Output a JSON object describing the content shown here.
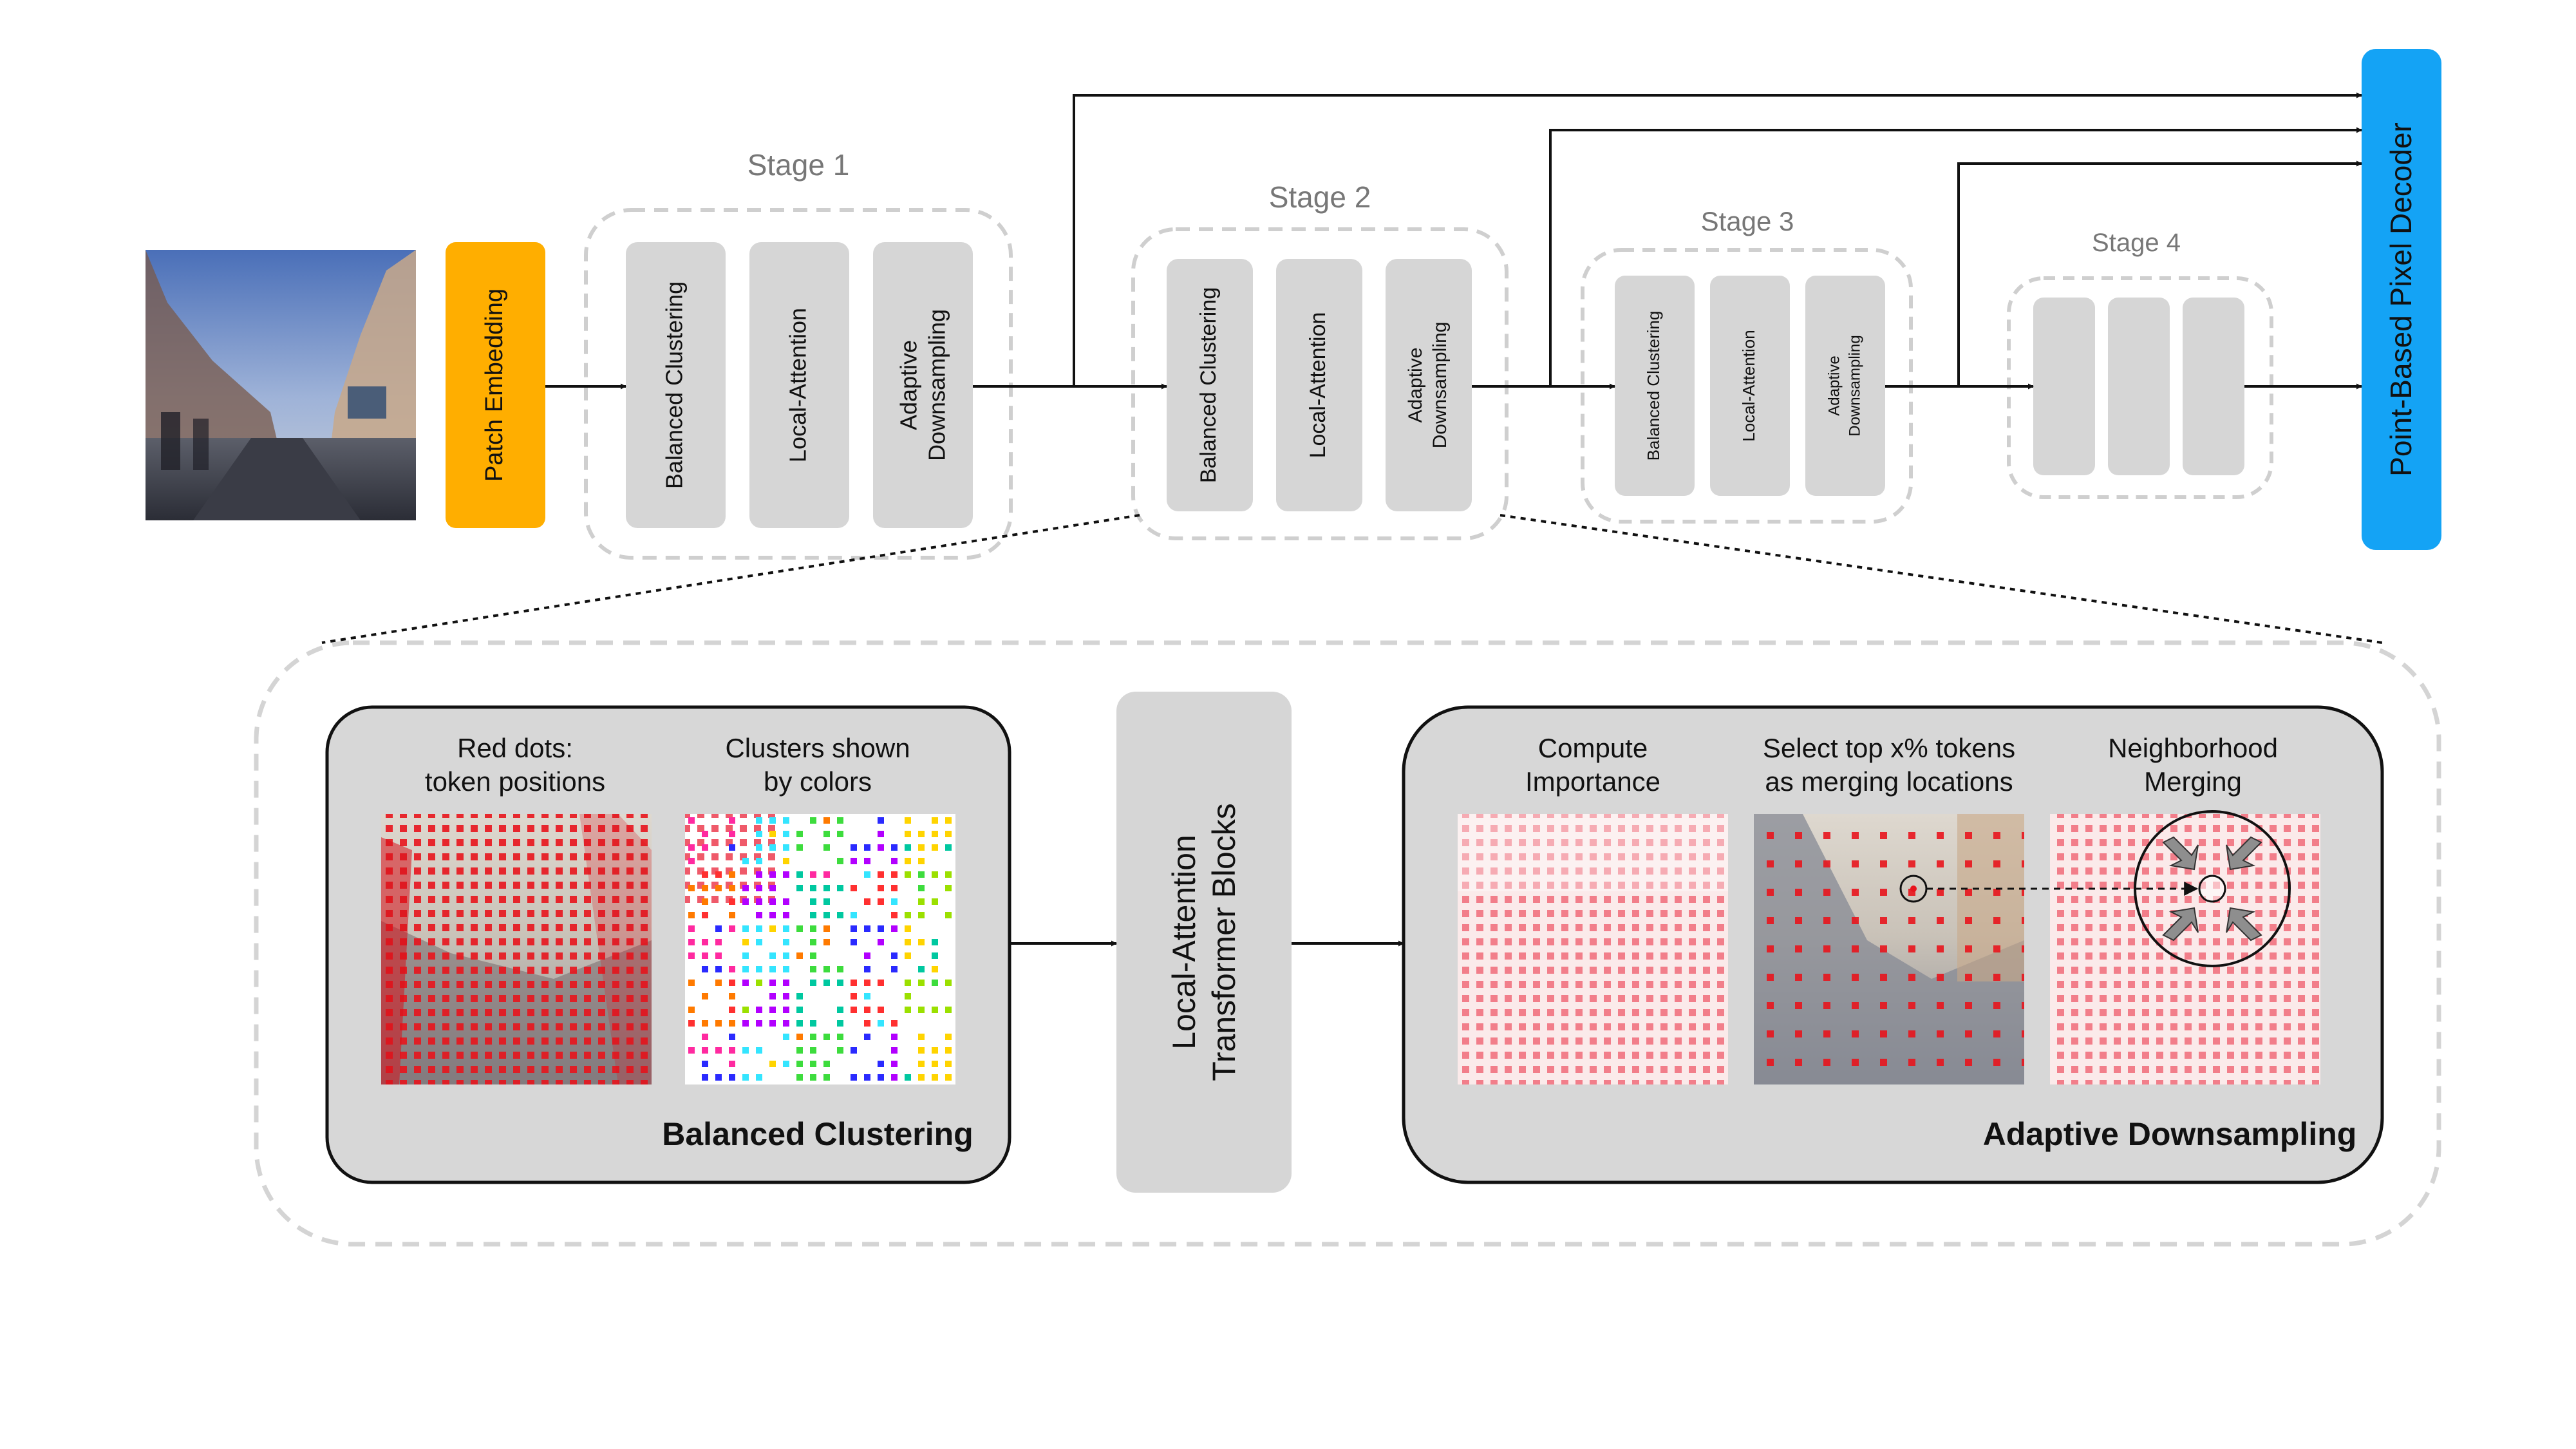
{
  "pipeline": {
    "patch_embedding": "Patch Embedding",
    "decoder": "Point-Based Pixel Decoder",
    "stages": [
      {
        "title": "Stage 1",
        "blocks": [
          "Balanced Clustering",
          "Local-Attention",
          "Adaptive",
          "Downsampling"
        ]
      },
      {
        "title": "Stage 2",
        "blocks": [
          "Balanced Clustering",
          "Local-Attention",
          "Adaptive",
          "Downsampling"
        ]
      },
      {
        "title": "Stage 3",
        "blocks": [
          "Balanced Clustering",
          "Local-Attention",
          "Adaptive",
          "Downsampling"
        ]
      },
      {
        "title": "Stage 4",
        "blocks": [
          "",
          "",
          ""
        ]
      }
    ]
  },
  "detail": {
    "clustering": {
      "title": "Balanced Clustering",
      "panels": [
        {
          "caption_line1": "Red dots:",
          "caption_line2": "token positions"
        },
        {
          "caption_line1": "Clusters shown",
          "caption_line2": "by colors"
        }
      ]
    },
    "transformer": {
      "line1": "Local-Attention",
      "line2": "Transformer Blocks"
    },
    "downsampling": {
      "title": "Adaptive Downsampling",
      "panels": [
        {
          "caption_line1": "Compute",
          "caption_line2": "Importance"
        },
        {
          "caption_line1": "Select top x% tokens",
          "caption_line2": "as merging locations"
        },
        {
          "caption_line1": "Neighborhood",
          "caption_line2": "Merging"
        }
      ]
    }
  },
  "colors": {
    "patch_embedding": "#ffae00",
    "decoder": "#14a3f5",
    "block_gray": "#d6d6d6",
    "dashed_border": "#cfcfcf",
    "token_red": "#e8141c"
  }
}
